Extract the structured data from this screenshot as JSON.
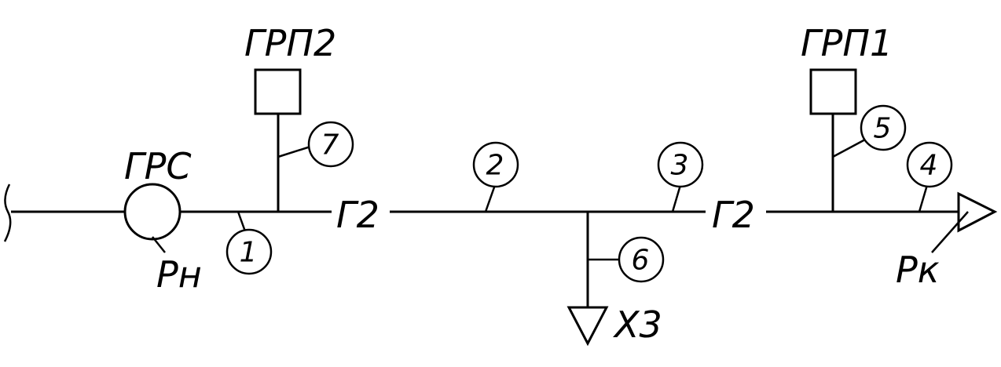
{
  "labels": {
    "grs": "ГРС",
    "grp1": "ГРП1",
    "grp2": "ГРП2",
    "p_start": "Pн",
    "p_end": "Pк",
    "consumer": "Х3",
    "gas_left": "Г2",
    "gas_right": "Г2"
  },
  "sections": [
    "1",
    "2",
    "3",
    "4",
    "5",
    "6",
    "7"
  ]
}
